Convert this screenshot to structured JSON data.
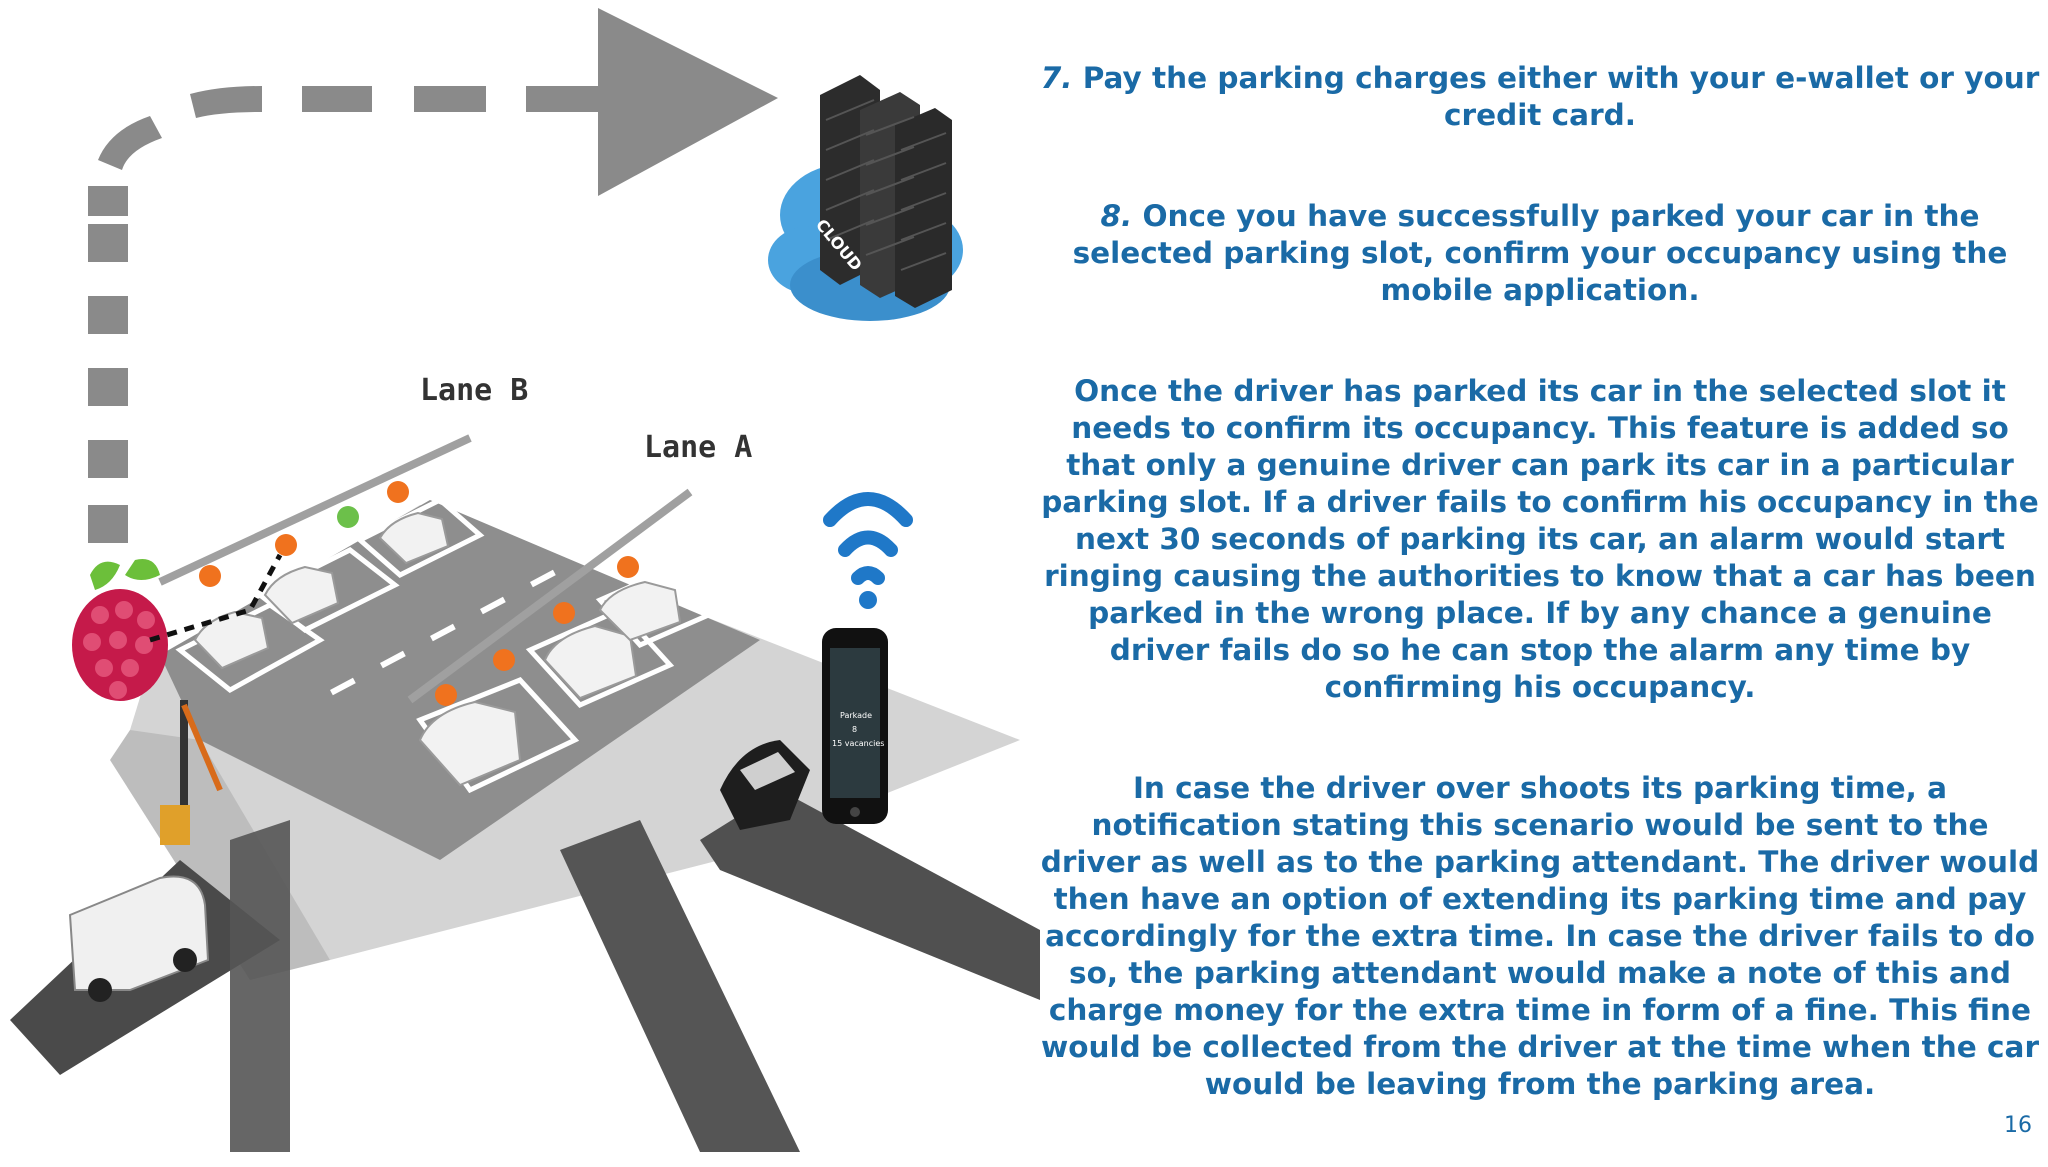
{
  "illustration": {
    "lane_b_label": "Lane B",
    "lane_a_label": "Lane A",
    "cloud_label": "CLOUD",
    "phone_lines": [
      "Parkade",
      "8",
      "15 vacancies"
    ]
  },
  "content": {
    "step7_number": "7.",
    "step7_text": " Pay the parking charges either with your e-wallet or your credit card.",
    "step8_number": "8.",
    "step8_text": " Once you have successfully parked your car in the selected parking slot, confirm your occupancy using the mobile application.",
    "para3": "Once the driver has parked its car in the selected slot it needs to confirm its occupancy. This feature is added so that only a genuine driver can park its car in a particular parking slot. If a driver fails to confirm his occupancy in the next 30 seconds of parking its car, an alarm would start ringing causing the authorities to know that a car has been parked in the wrong place. If by any chance a genuine driver fails do so he can stop the alarm any time by confirming his occupancy.",
    "para4": "In case the driver over shoots its parking time, a notification stating this scenario would be sent to the driver as well as to the parking attendant. The driver would then have an option of extending its parking time and pay accordingly for the extra time. In case the driver fails to do so, the parking attendant would make a note of this and charge money for the extra time in form of a fine. This fine would be collected from the driver at the time when the car would be leaving from the parking area."
  },
  "page_number": "16",
  "colors": {
    "text": "#1a6aa6",
    "arrow": "#8a8a8a",
    "cloud": "#4aa3df",
    "wifi": "#1f78c8",
    "raspberry": "#c51a4a"
  }
}
